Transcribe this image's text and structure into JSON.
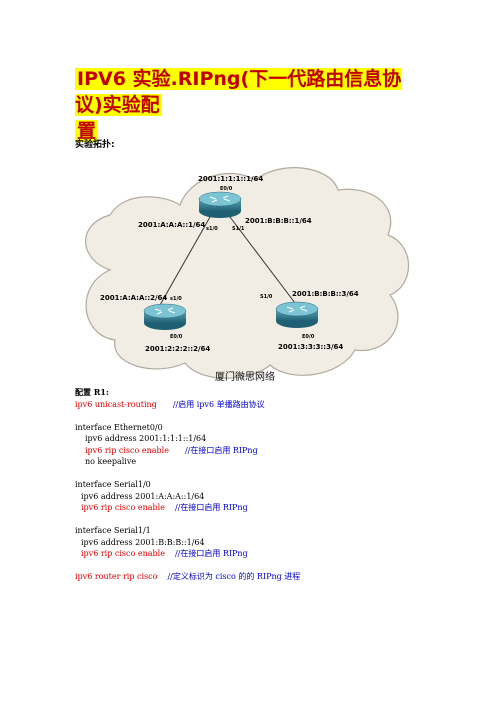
{
  "title": {
    "line1": "IPV6  实验.RIPng(下一代路由信息协议)实验配",
    "line2": "置"
  },
  "topology_heading": "实验拓扑:",
  "topology": {
    "r1_e00_addr": "2001:1:1:1::1/64",
    "r1_e00_port": "E0/0",
    "r1_s10_addr": "2001:A:A:A::1/64",
    "r1_s10_port": "s1/0",
    "r1_s11_port": "S1/1",
    "r1_s11_addr": "2001:B:B:B::1/64",
    "r2_s10_addr": "2001:A:A:A::2/64",
    "r2_s10_port": "s1/0",
    "r2_e00_port": "E0/0",
    "r2_e00_addr": "2001:2:2:2::2/64",
    "r3_s10_port": "S1/0",
    "r3_s10_addr": "2001:B:B:B::3/64",
    "r3_e00_port": "E0/0",
    "r3_e00_addr": "2001:3:3:3::3/64",
    "watermark": "厦门微思网络"
  },
  "config": {
    "heading": "配置 R1:",
    "l1_cmd": "ipv6 unicast-routing",
    "l1_comment": "//启用 ipv6 单播路由协议",
    "e_iface": "interface Ethernet0/0",
    "e_addr": "ipv6 address 2001:1:1:1::1/64",
    "e_rip": "ipv6 rip cisco enable",
    "e_comment": "//在接口启用 RIPng",
    "e_keepalive": "no keepalive",
    "s10_iface": "interface Serial1/0",
    "s10_addr": "ipv6 address 2001:A:A:A::1/64",
    "s10_rip": "ipv6 rip cisco enable",
    "s10_comment": "//在接口启用 RIPng",
    "s11_iface": "interface Serial1/1",
    "s11_addr": "ipv6 address 2001:B:B:B::1/64",
    "s11_rip": "ipv6 rip cisco enable",
    "s11_comment": "//在接口启用 RIPng",
    "router_cmd": "ipv6 router rip cisco",
    "router_comment": "//定义标识为 cisco 的的 RIPng 进程"
  }
}
